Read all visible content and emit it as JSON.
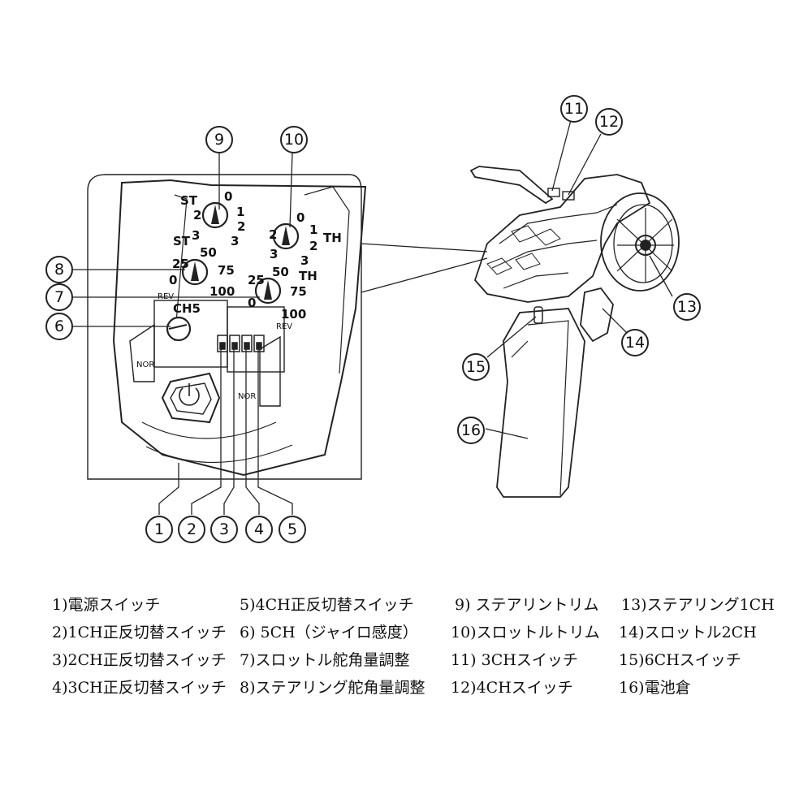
{
  "diagram": {
    "panel_labels": {
      "st_trim": "ST",
      "th_trim": "TH",
      "st_rate": "ST",
      "th_rate": "TH",
      "ch5": "CH5",
      "rev_left": "REV",
      "rev_right": "REV",
      "nor_left": "NOR",
      "nor_right": "NOR"
    },
    "trim_scale": [
      "0",
      "1",
      "2",
      "3",
      "3",
      "2"
    ],
    "rate_scale": [
      "25",
      "50",
      "75",
      "100",
      "0"
    ],
    "callouts": [
      "1",
      "2",
      "3",
      "4",
      "5",
      "6",
      "7",
      "8",
      "9",
      "10",
      "11",
      "12",
      "13",
      "14",
      "15",
      "16"
    ]
  },
  "legend": {
    "items": [
      {
        "id": "1",
        "text": "1)電源スイッチ"
      },
      {
        "id": "2",
        "text": "2)1CH正反切替スイッチ"
      },
      {
        "id": "3",
        "text": "3)2CH正反切替スイッチ"
      },
      {
        "id": "4",
        "text": "4)3CH正反切替スイッチ"
      },
      {
        "id": "5",
        "text": "5)4CH正反切替スイッチ"
      },
      {
        "id": "6",
        "text": "6) 5CH（ジャイロ感度）"
      },
      {
        "id": "7",
        "text": "7)スロットル舵角量調整"
      },
      {
        "id": "8",
        "text": "8)ステアリング舵角量調整"
      },
      {
        "id": "9",
        "text": "9) ステアリントリム"
      },
      {
        "id": "10",
        "text": "10)スロットルトリム"
      },
      {
        "id": "11",
        "text": "11) 3CHスイッチ"
      },
      {
        "id": "12",
        "text": "12)4CHスイッチ"
      },
      {
        "id": "13",
        "text": "13)ステアリング1CH"
      },
      {
        "id": "14",
        "text": "14)スロットル2CH"
      },
      {
        "id": "15",
        "text": "15)6CHスイッチ"
      },
      {
        "id": "16",
        "text": "16)電池倉"
      }
    ]
  }
}
